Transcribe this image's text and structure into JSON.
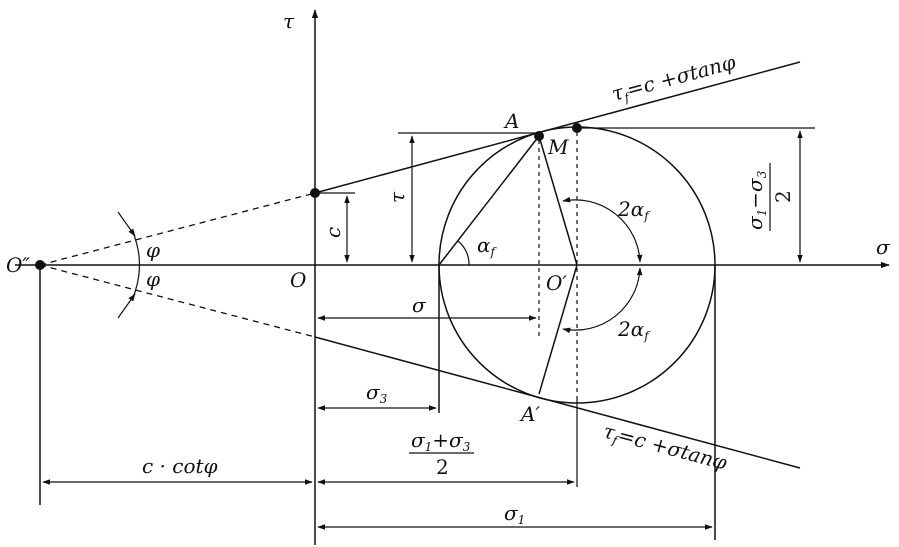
{
  "labels": {
    "tau_axis": "τ",
    "sigma_axis": "σ",
    "origin": "O",
    "circle_center": "O′",
    "pole": "O″",
    "point_A": "A",
    "point_A_prime": "A′",
    "point_M": "M",
    "cohesion": "c",
    "tau": "τ",
    "sigma": "σ",
    "phi_upper": "φ",
    "phi_lower": "φ",
    "alpha": "α",
    "alpha_sub": "f",
    "two_alpha_upper": "2α",
    "two_alpha_upper_sub": "f",
    "two_alpha_lower": "2α",
    "two_alpha_lower_sub": "f",
    "sigma3": "σ",
    "sigma3_sub": "3",
    "sigma1": "σ",
    "sigma1_sub": "1",
    "ccot": "c · cotφ",
    "mean_num_a": "σ",
    "mean_num_a_sub": "1",
    "mean_num_plus": "+σ",
    "mean_num_b_sub": "3",
    "mean_den": "2",
    "radius_num_a": "σ",
    "radius_num_a_sub": "1",
    "radius_num_minus": "−σ",
    "radius_num_b_sub": "3",
    "radius_den": "2",
    "upper_envelope_tau": "τ",
    "upper_envelope_sub": "f",
    "upper_envelope_rest": "=c +σtanφ",
    "lower_envelope_tau": "τ",
    "lower_envelope_sub": "f",
    "lower_envelope_rest": "=c +σtanφ"
  }
}
